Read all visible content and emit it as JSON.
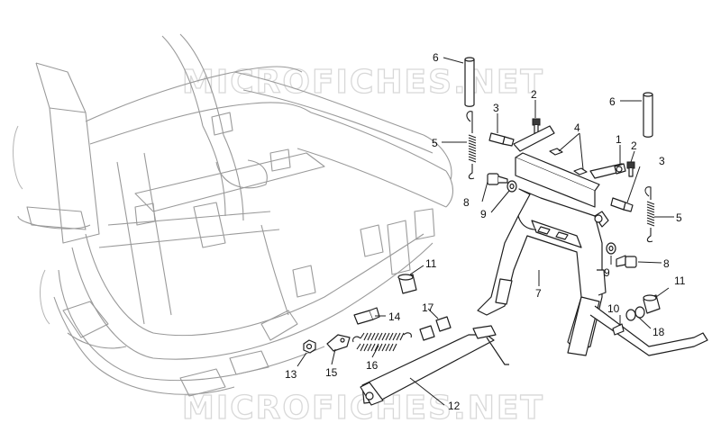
{
  "watermark": {
    "text": "MICROFICHES.NET"
  },
  "callouts": {
    "c1": "1",
    "c2a": "2",
    "c2b": "2",
    "c3a": "3",
    "c3b": "3",
    "c4": "4",
    "c5a": "5",
    "c5b": "5",
    "c6a": "6",
    "c6b": "6",
    "c7": "7",
    "c8a": "8",
    "c8b": "8",
    "c9a": "9",
    "c9b": "9",
    "c10": "10",
    "c11a": "11",
    "c11b": "11",
    "c12": "12",
    "c13": "13",
    "c14": "14",
    "c15": "15",
    "c16": "16",
    "c17": "17",
    "c18": "18"
  }
}
